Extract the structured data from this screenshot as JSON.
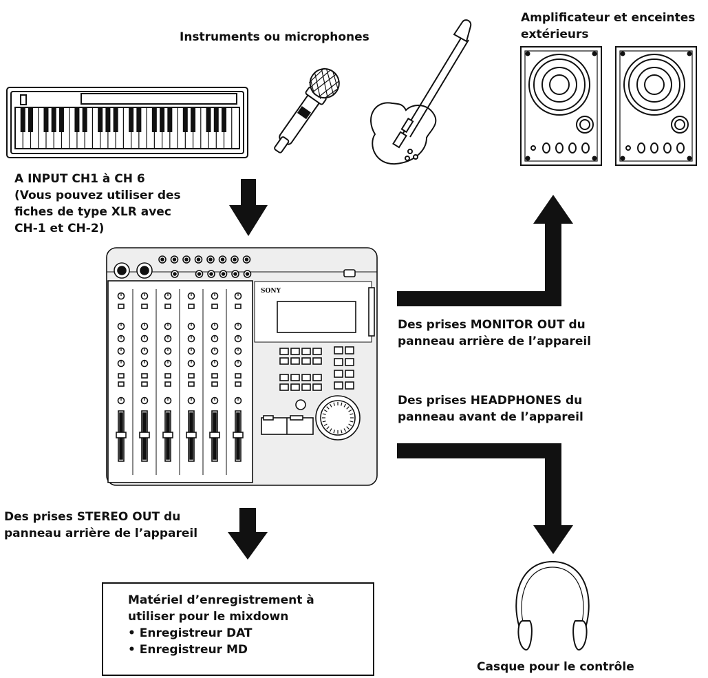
{
  "labels": {
    "instruments": "Instruments ou microphones",
    "amplifier": [
      "Amplificateur et enceintes",
      "extérieurs"
    ],
    "input": [
      "A INPUT CH1 à CH 6",
      "(Vous pouvez utiliser des",
      "fiches de type XLR avec",
      "CH-1 et CH-2)"
    ],
    "monitor_out": [
      "Des prises MONITOR OUT du",
      "panneau arrière de l’appareil"
    ],
    "headphones_out": [
      "Des prises HEADPHONES du",
      "panneau avant de l’appareil"
    ],
    "stereo_out": [
      "Des prises STEREO OUT du",
      "panneau arrière de l’appareil"
    ],
    "headphones_caption": "Casque pour le contrôle"
  },
  "recorder_box": {
    "title_lines": [
      "Matériel d’enregistrement à",
      "utiliser pour le mixdown"
    ],
    "items": [
      "• Enregistreur DAT",
      "• Enregistreur MD"
    ]
  },
  "device": {
    "brand": "SONY"
  }
}
